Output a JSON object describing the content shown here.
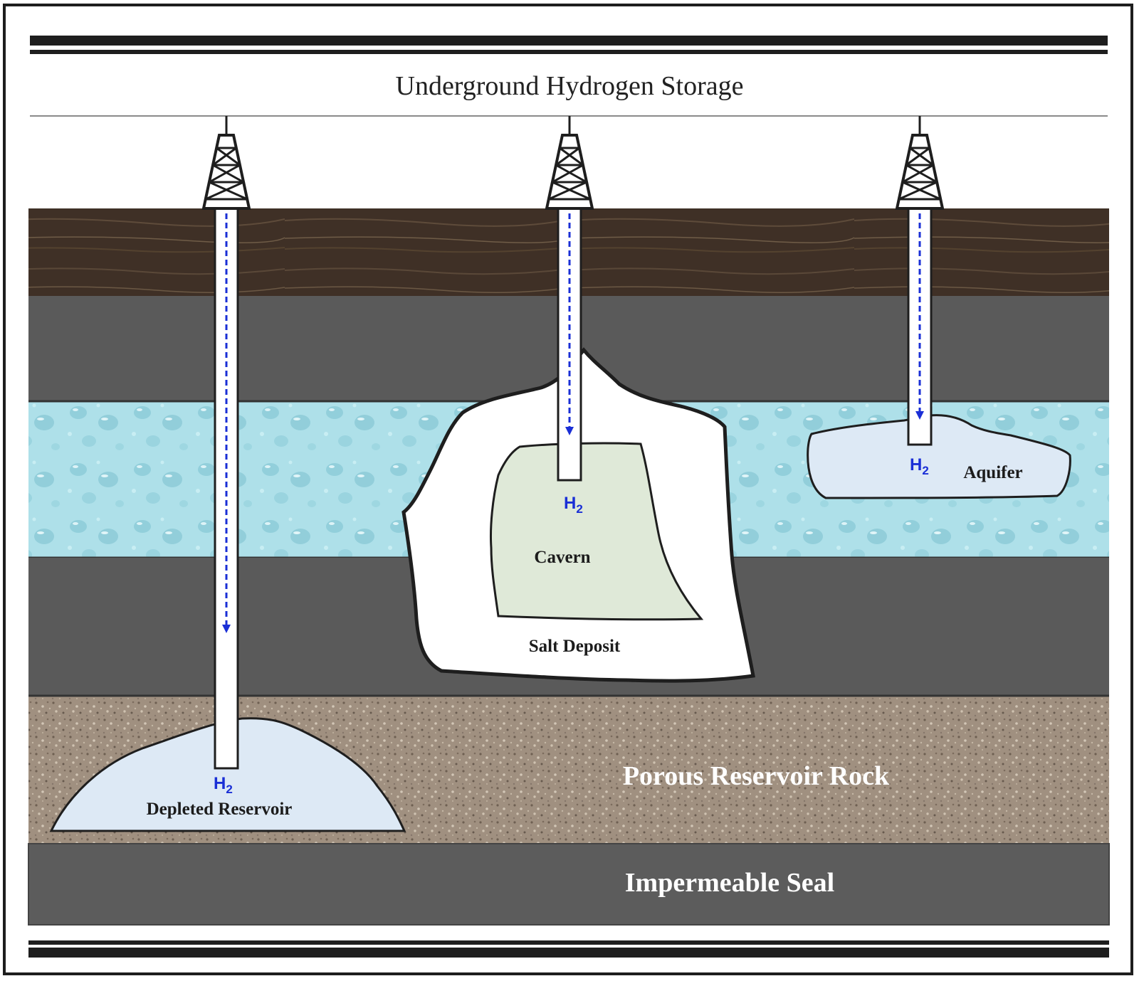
{
  "title": "Underground Hydrogen Storage",
  "colors": {
    "topsoil": "#3f3026",
    "caprock": "#5a5a5a",
    "aquifer_layer": "#a9dde6",
    "porous_rock": "#9b8b7e",
    "seal": "#5c5c5c",
    "salt": "#ffffff",
    "cavern": "#dfe9d8",
    "gas_pocket": "#dde9f5",
    "flow_arrow": "#1a2fd6",
    "outline": "#1e1e1e"
  },
  "layers": [
    {
      "id": "topsoil",
      "label": ""
    },
    {
      "id": "caprock-upper",
      "label": ""
    },
    {
      "id": "aquifer-layer",
      "label": ""
    },
    {
      "id": "caprock-lower",
      "label": ""
    },
    {
      "id": "porous-rock",
      "label": "Porous Reservoir Rock"
    },
    {
      "id": "seal",
      "label": "Impermeable Seal"
    }
  ],
  "storage_sites": [
    {
      "name": "Depleted Reservoir",
      "gas_label": "H",
      "gas_sub": "2"
    },
    {
      "name": "Cavern",
      "container_label": "Salt Deposit",
      "gas_label": "H",
      "gas_sub": "2"
    },
    {
      "name": "Aquifer",
      "gas_label": "H",
      "gas_sub": "2"
    }
  ],
  "wells": [
    {
      "id": "well-depleted-reservoir",
      "icon": "drilling-rig-icon",
      "flow": "injection-downward"
    },
    {
      "id": "well-cavern",
      "icon": "drilling-rig-icon",
      "flow": "injection-downward"
    },
    {
      "id": "well-aquifer",
      "icon": "drilling-rig-icon",
      "flow": "injection-downward"
    }
  ]
}
